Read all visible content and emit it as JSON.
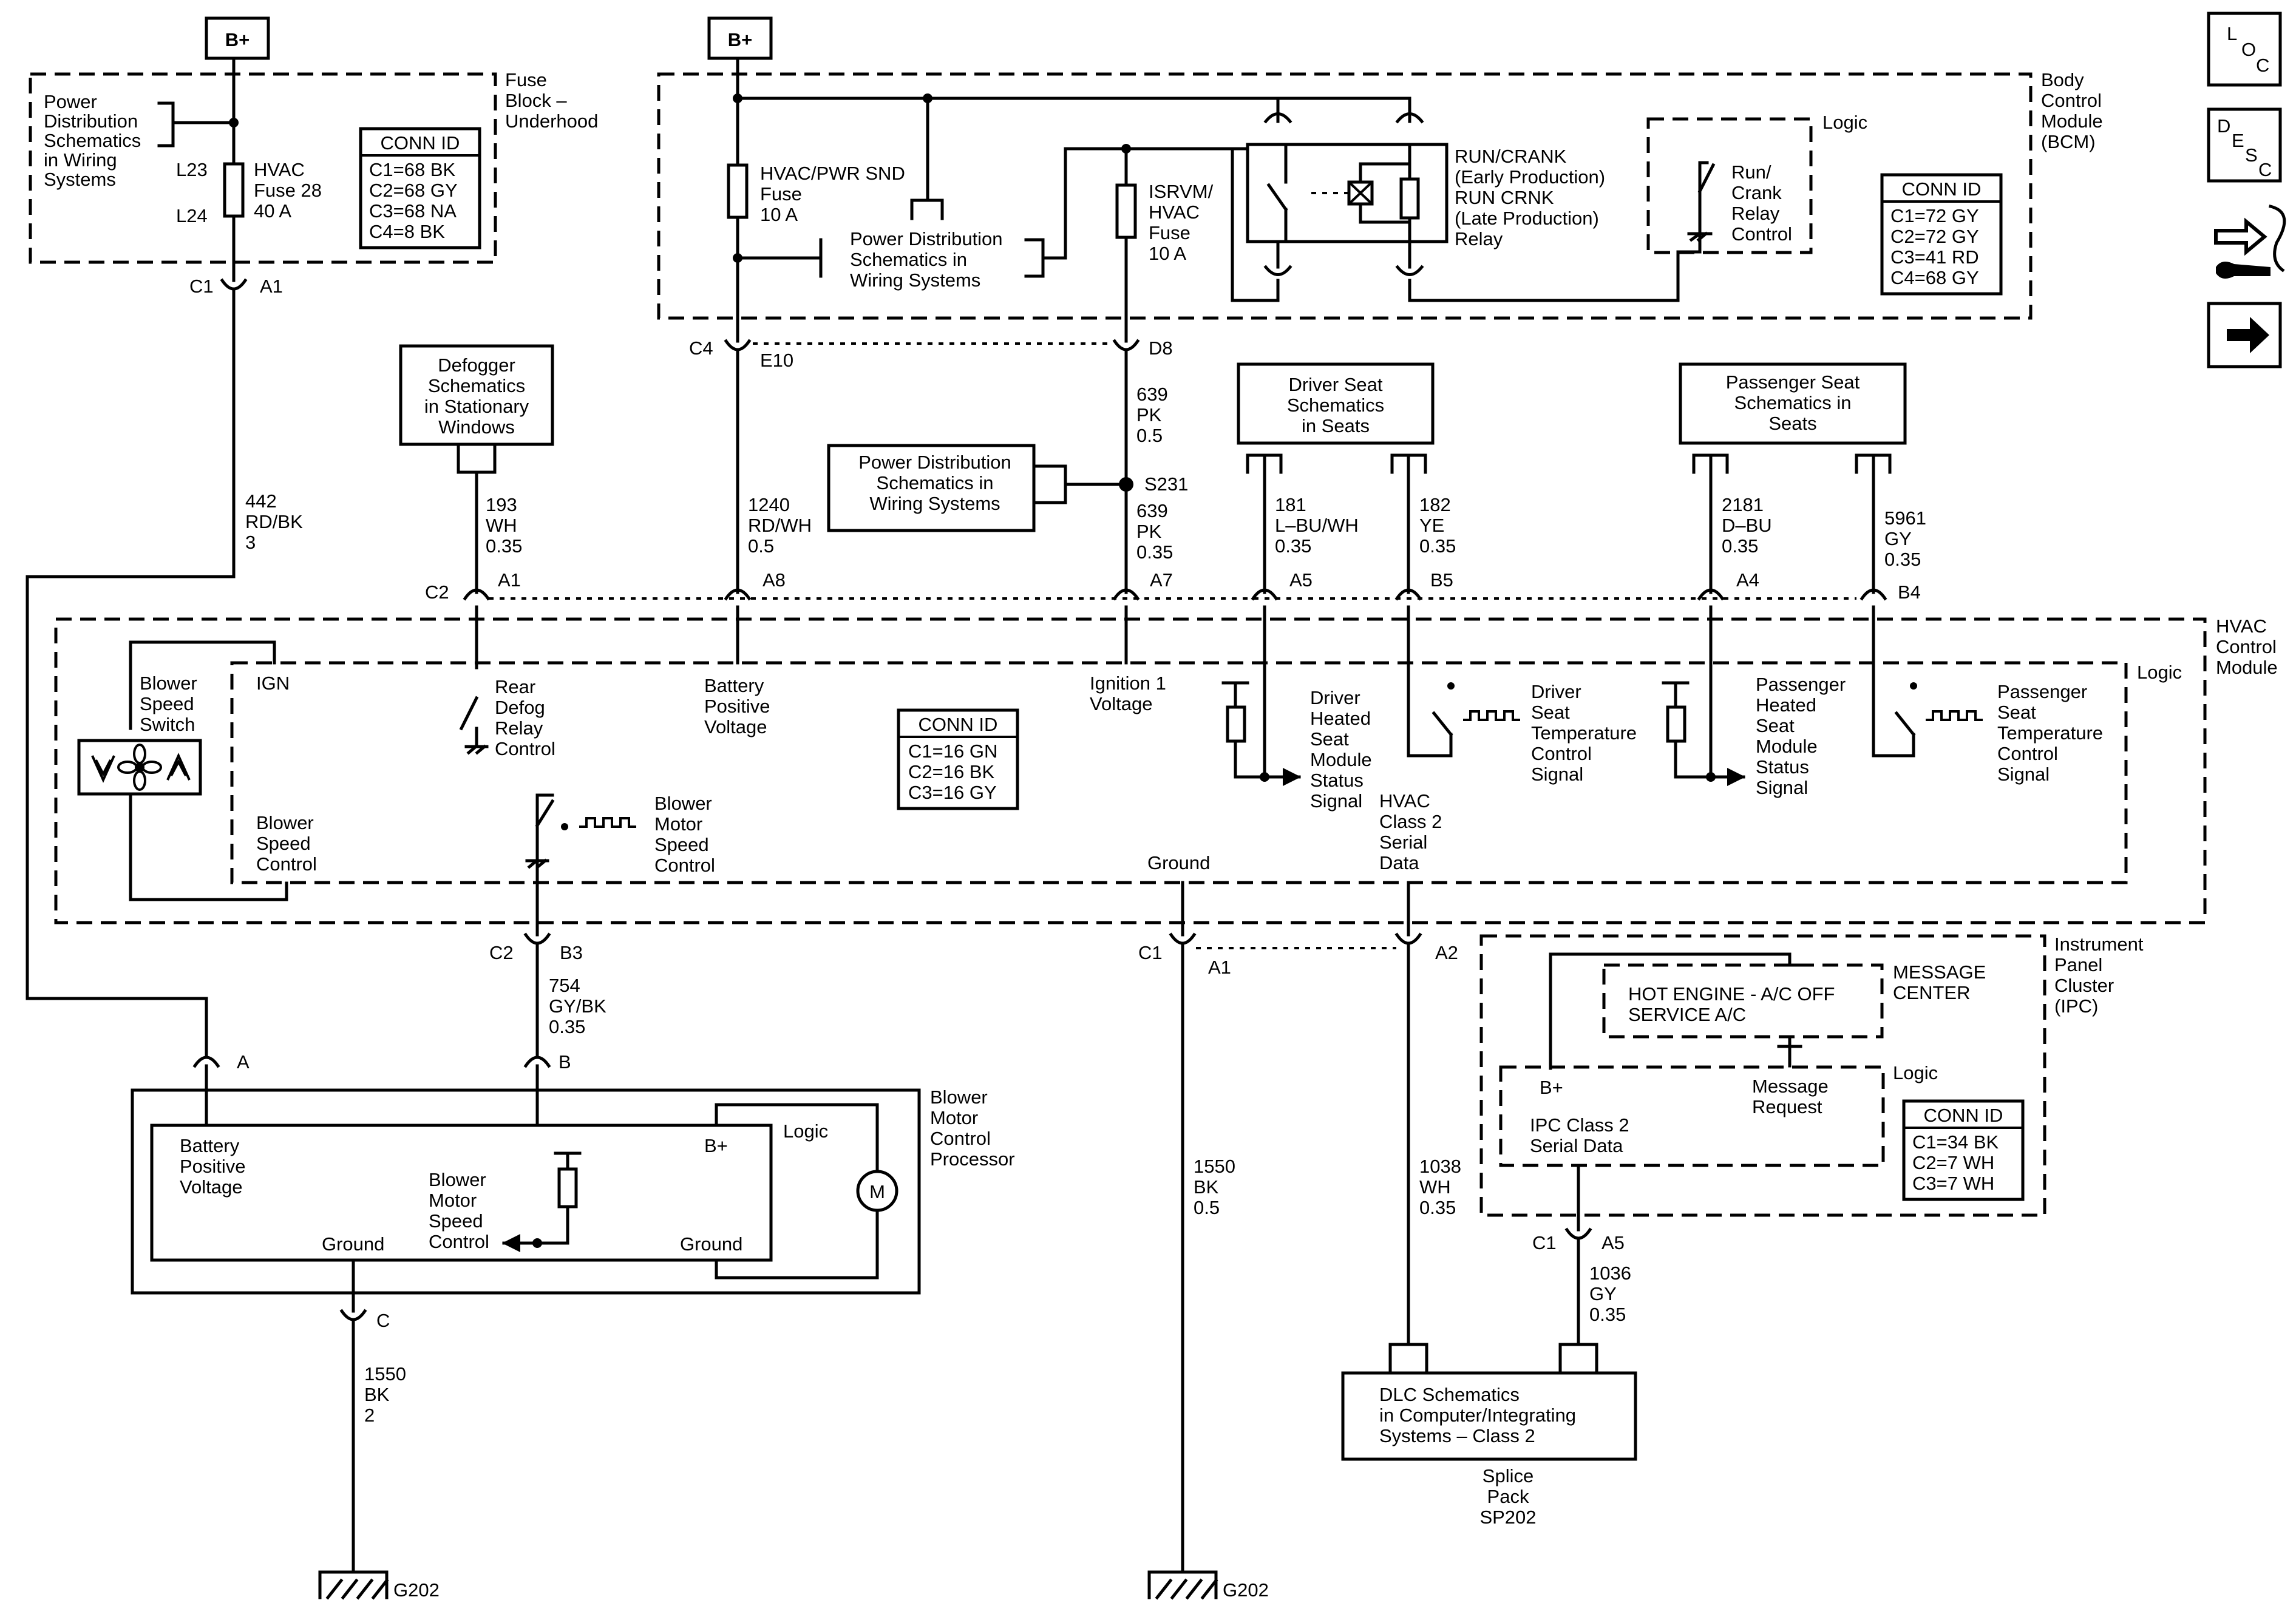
{
  "battery": "B+",
  "fuse_block": {
    "title": [
      "Fuse",
      "Block –",
      "Underhood"
    ],
    "power_dist": [
      "Power",
      "Distribution",
      "Schematics",
      "in Wiring",
      "Systems"
    ],
    "l23": "L23",
    "l24": "L24",
    "fuse": [
      "HVAC",
      "Fuse 28",
      "40 A"
    ],
    "conn_title": "CONN ID",
    "conn": [
      "C1=68 BK",
      "C2=68 GY",
      "C3=68 NA",
      "C4=8 BK"
    ],
    "c1": "C1",
    "a1": "A1"
  },
  "bcm": {
    "title": [
      "Body",
      "Control",
      "Module",
      "(BCM)"
    ],
    "fuse1": [
      "HVAC/PWR SND",
      "Fuse",
      "10 A"
    ],
    "power_dist": [
      "Power Distribution",
      "Schematics in",
      "Wiring Systems"
    ],
    "fuse2": [
      "ISRVM/",
      "HVAC",
      "Fuse",
      "10 A"
    ],
    "relay": [
      "RUN/CRANK",
      "(Early Production)",
      "RUN CRNK",
      "(Late Production)",
      "Relay"
    ],
    "logic": "Logic",
    "relay_ctrl": [
      "Run/",
      "Crank",
      "Relay",
      "Control"
    ],
    "conn_title": "CONN ID",
    "conn": [
      "C1=72 GY",
      "C2=72 GY",
      "C3=41 RD",
      "C4=68 GY"
    ],
    "c4": "C4",
    "e10": "E10",
    "d8": "D8"
  },
  "nav": {
    "loc": [
      "L",
      "O",
      "C"
    ],
    "desc": [
      "D",
      "E",
      "S",
      "C"
    ]
  },
  "defogger": [
    "Defogger",
    "Schematics",
    "in Stationary",
    "Windows"
  ],
  "driver_seat": [
    "Driver Seat",
    "Schematics",
    "in Seats"
  ],
  "passenger_seat": [
    "Passenger Seat",
    "Schematics in",
    "Seats"
  ],
  "power_dist_s231": [
    "Power Distribution",
    "Schematics in",
    "Wiring Systems"
  ],
  "splice_s231": "S231",
  "wires": {
    "w442": [
      "442",
      "RD/BK",
      "3"
    ],
    "w193": [
      "193",
      "WH",
      "0.35"
    ],
    "w1240": [
      "1240",
      "RD/WH",
      "0.5"
    ],
    "w639a": [
      "639",
      "PK",
      "0.5"
    ],
    "w639b": [
      "639",
      "PK",
      "0.35"
    ],
    "w181": [
      "181",
      "L–BU/WH",
      "0.35"
    ],
    "w182": [
      "182",
      "YE",
      "0.35"
    ],
    "w2181": [
      "2181",
      "D–BU",
      "0.35"
    ],
    "w5961": [
      "5961",
      "GY",
      "0.35"
    ],
    "w754": [
      "754",
      "GY/BK",
      "0.35"
    ],
    "w1550a": [
      "1550",
      "BK",
      "0.5"
    ],
    "w1038": [
      "1038",
      "WH",
      "0.35"
    ],
    "w1036": [
      "1036",
      "GY",
      "0.35"
    ],
    "w1550b": [
      "1550",
      "BK",
      "2"
    ]
  },
  "hvac": {
    "title": [
      "HVAC",
      "Control",
      "Module"
    ],
    "logic": "Logic",
    "c2": "C2",
    "a1": "A1",
    "a8": "A8",
    "a7": "A7",
    "a5": "A5",
    "b5": "B5",
    "a4": "A4",
    "b4": "B4",
    "blower_switch": [
      "Blower",
      "Speed",
      "Switch"
    ],
    "ign": "IGN",
    "blower_ctrl": [
      "Blower",
      "Speed",
      "Control"
    ],
    "rear_defog": [
      "Rear",
      "Defog",
      "Relay",
      "Control"
    ],
    "batt_volt": [
      "Battery",
      "Positive",
      "Voltage"
    ],
    "ign_volt": [
      "Ignition 1",
      "Voltage"
    ],
    "drv_heated": [
      "Driver",
      "Heated",
      "Seat",
      "Module",
      "Status",
      "Signal"
    ],
    "drv_temp": [
      "Driver",
      "Seat",
      "Temperature",
      "Control",
      "Signal"
    ],
    "pas_heated": [
      "Passenger",
      "Heated",
      "Seat",
      "Module",
      "Status",
      "Signal"
    ],
    "pas_temp": [
      "Passenger",
      "Seat",
      "Temperature",
      "Control",
      "Signal"
    ],
    "conn_title": "CONN ID",
    "conn": [
      "C1=16 GN",
      "C2=16 BK",
      "C3=16 GY"
    ],
    "motor_speed": [
      "Blower",
      "Motor",
      "Speed",
      "Control"
    ],
    "ground": "Ground",
    "serial": [
      "HVAC",
      "Class 2",
      "Serial",
      "Data"
    ],
    "c2b": "C2",
    "b3": "B3",
    "c1": "C1",
    "a1b": "A1",
    "a2": "A2"
  },
  "blower_proc": {
    "title": [
      "Blower",
      "Motor",
      "Control",
      "Processor"
    ],
    "a": "A",
    "b": "B",
    "c": "C",
    "logic": "Logic",
    "batt": [
      "Battery",
      "Positive",
      "Voltage"
    ],
    "bplus": "B+",
    "speed": [
      "Blower",
      "Motor",
      "Speed",
      "Control"
    ],
    "ground1": "Ground",
    "ground2": "Ground",
    "motor": "M"
  },
  "ipc": {
    "title": [
      "Instrument",
      "Panel",
      "Cluster",
      "(IPC)"
    ],
    "msg": [
      "HOT ENGINE - A/C OFF",
      "SERVICE A/C"
    ],
    "msg_center": [
      "MESSAGE",
      "CENTER"
    ],
    "logic": "Logic",
    "bplus": "B+",
    "msg_req": [
      "Message",
      "Request"
    ],
    "serial": [
      "IPC Class 2",
      "Serial Data"
    ],
    "conn_title": "CONN ID",
    "conn": [
      "C1=34 BK",
      "C2=7 WH",
      "C3=7 WH"
    ],
    "c1": "C1",
    "a5": "A5"
  },
  "dlc": [
    "DLC Schematics",
    "in Computer/Integrating",
    "Systems – Class 2"
  ],
  "splice_pack": [
    "Splice",
    "Pack",
    "SP202"
  ],
  "g202a": "G202",
  "g202b": "G202"
}
